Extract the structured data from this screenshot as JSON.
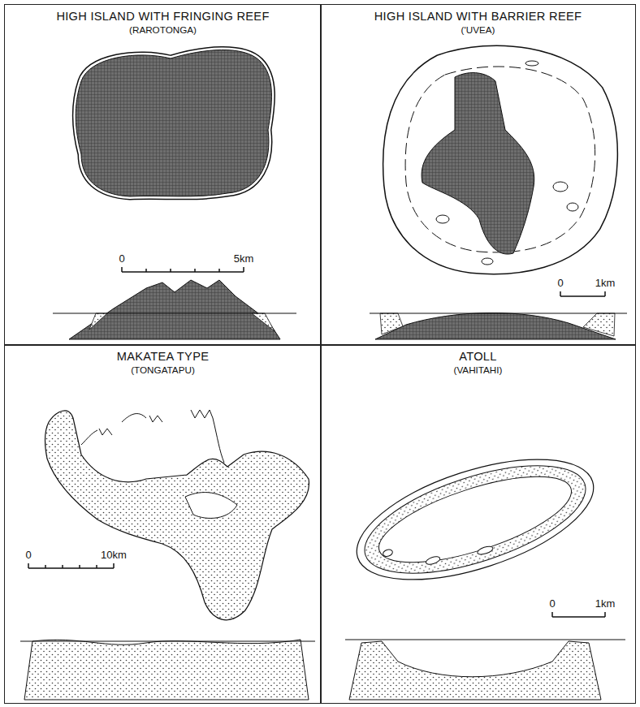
{
  "diagram": {
    "nodes": [
      {
        "text": [
          "HIGH ISLAND WITH FRINGING REEF",
          "(RAROTONGA)"
        ]
      },
      {
        "text": [
          "HIGH ISLAND WITH BARRIER REEF",
          "('UVEA)"
        ]
      },
      {
        "text": [
          "MAKATEA TYPE",
          "(TONGATAPU)"
        ]
      },
      {
        "text": [
          "ATOLL",
          "(VAHITAHI)"
        ]
      }
    ],
    "labels": [
      "0",
      "5km",
      "0",
      "1km",
      "0",
      "10km",
      "0",
      "1km"
    ]
  }
}
